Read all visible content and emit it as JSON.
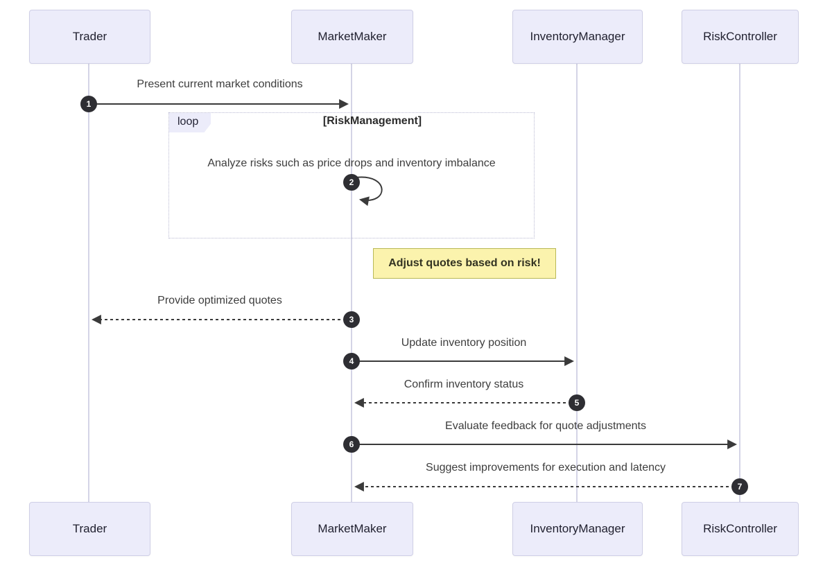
{
  "diagram": {
    "type": "sequence",
    "actors": [
      {
        "label": "Trader"
      },
      {
        "label": "MarketMaker"
      },
      {
        "label": "InventoryManager"
      },
      {
        "label": "RiskController"
      }
    ],
    "loop": {
      "label": "loop",
      "condition": "[RiskManagement]"
    },
    "note": {
      "text": "Adjust quotes based on risk!"
    },
    "messages": [
      {
        "seq": "1",
        "text": "Present current market conditions",
        "from": "Trader",
        "to": "MarketMaker",
        "style": "solid"
      },
      {
        "seq": "2",
        "text": "Analyze risks such as price drops and inventory imbalance",
        "from": "MarketMaker",
        "to": "MarketMaker",
        "style": "self"
      },
      {
        "seq": "3",
        "text": "Provide optimized quotes",
        "from": "MarketMaker",
        "to": "Trader",
        "style": "dashed"
      },
      {
        "seq": "4",
        "text": "Update inventory position",
        "from": "MarketMaker",
        "to": "InventoryManager",
        "style": "solid"
      },
      {
        "seq": "5",
        "text": "Confirm inventory status",
        "from": "InventoryManager",
        "to": "MarketMaker",
        "style": "dashed"
      },
      {
        "seq": "6",
        "text": "Evaluate feedback for quote adjustments",
        "from": "MarketMaker",
        "to": "RiskController",
        "style": "solid"
      },
      {
        "seq": "7",
        "text": "Suggest improvements for execution and latency",
        "from": "RiskController",
        "to": "MarketMaker",
        "style": "dashed"
      }
    ],
    "colors": {
      "actor_fill": "#ECECFA",
      "actor_border": "#CFCFE6",
      "note_fill": "#FBF3AD",
      "note_border": "#B8B856",
      "arrow": "#3a3a3a",
      "lifeline": "#C9C9DF",
      "seq_badge": "#2e2e33"
    }
  }
}
